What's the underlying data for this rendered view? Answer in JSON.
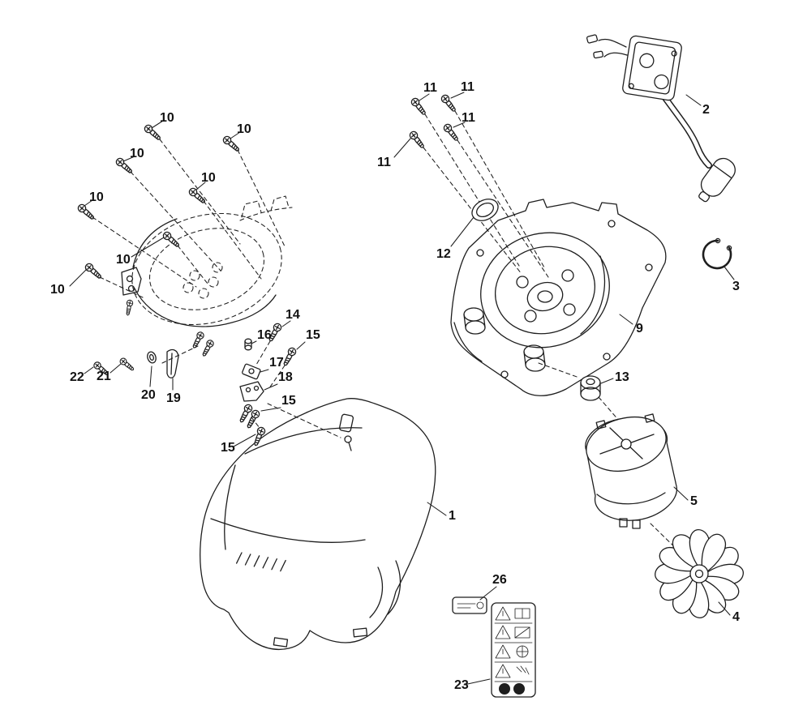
{
  "diagram": {
    "background_color": "#ffffff",
    "line_color": "#1e1e1e",
    "callouts": [
      {
        "label": "10"
      },
      {
        "label": "10"
      },
      {
        "label": "10"
      },
      {
        "label": "10"
      },
      {
        "label": "10"
      },
      {
        "label": "10"
      },
      {
        "label": "10"
      },
      {
        "label": "11"
      },
      {
        "label": "11"
      },
      {
        "label": "11"
      },
      {
        "label": "11"
      },
      {
        "label": "2"
      },
      {
        "label": "3"
      },
      {
        "label": "12"
      },
      {
        "label": "9"
      },
      {
        "label": "13"
      },
      {
        "label": "14"
      },
      {
        "label": "16"
      },
      {
        "label": "15"
      },
      {
        "label": "17"
      },
      {
        "label": "18"
      },
      {
        "label": "15"
      },
      {
        "label": "22"
      },
      {
        "label": "21"
      },
      {
        "label": "20"
      },
      {
        "label": "19"
      },
      {
        "label": "15"
      },
      {
        "label": "1"
      },
      {
        "label": "5"
      },
      {
        "label": "4"
      },
      {
        "label": "26"
      },
      {
        "label": "23"
      }
    ]
  }
}
